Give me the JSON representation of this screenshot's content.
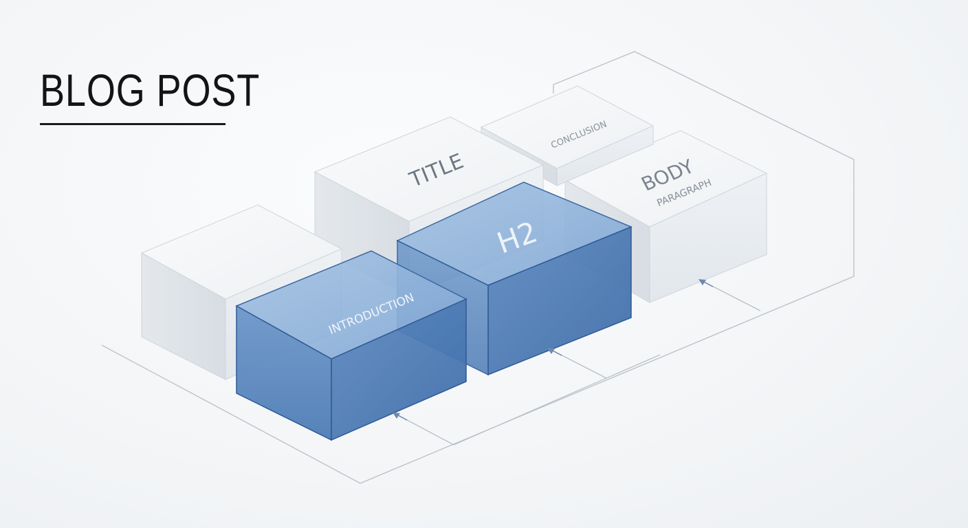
{
  "header": {
    "title": "BLOG POST"
  },
  "blocks": {
    "intro_left": {
      "label": ""
    },
    "introduction": {
      "label": "INTRODUCTION"
    },
    "title_block": {
      "label": "TITLE"
    },
    "h2": {
      "label": "H2"
    },
    "conclusion": {
      "label": "CONCLUSION"
    },
    "body": {
      "label": "BODY",
      "sublabel": "PARAGRAPH"
    }
  },
  "colors": {
    "blue_top": "#8fb3db",
    "blue_front": "#5b88bf",
    "blue_side": "#4f7bb3",
    "blue_edge": "#2f5a96",
    "white_top": "#f4f6f8",
    "white_front": "#e6eaee",
    "white_side": "#dde2e7",
    "white_edge": "#c5ccd3",
    "guide_line": "#b9c0c8",
    "arrow": "#6f88ad"
  },
  "icons": {
    "arrow": "arrow-up-right-icon"
  }
}
